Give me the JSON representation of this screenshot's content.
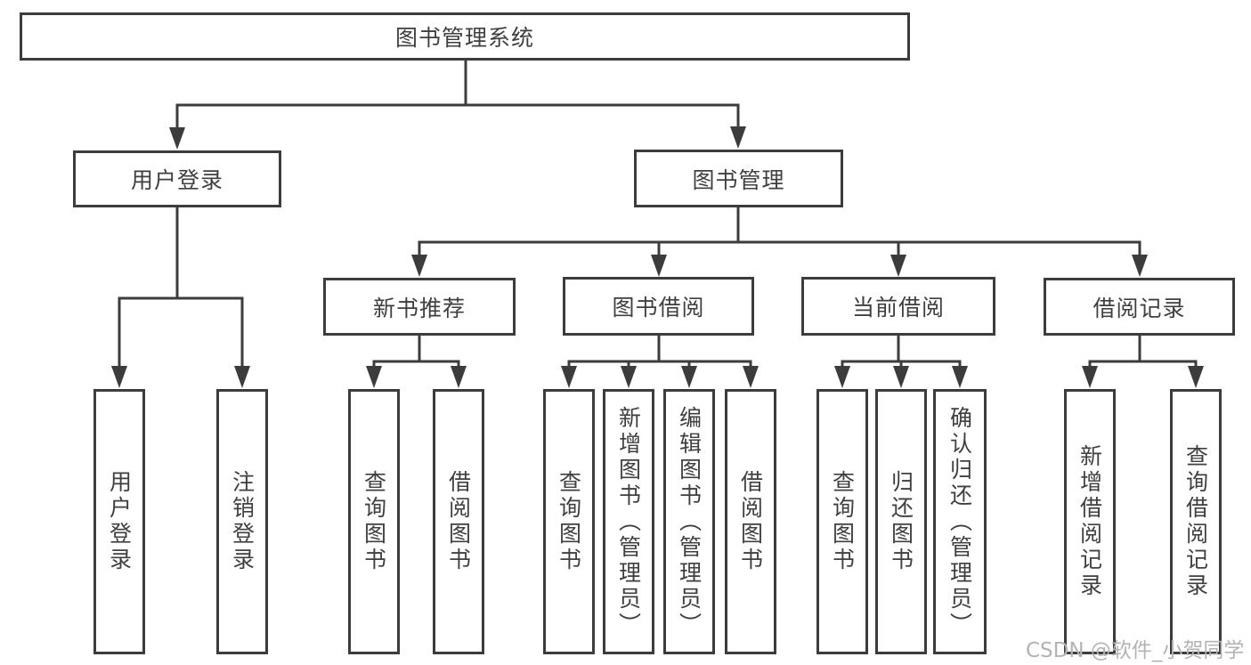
{
  "diagram": {
    "root": {
      "label": "图书管理系统"
    },
    "level2": {
      "user_login": {
        "label": "用户登录"
      },
      "book_mgmt": {
        "label": "图书管理"
      }
    },
    "level3": {
      "new_books": {
        "label": "新书推荐"
      },
      "borrow": {
        "label": "图书借阅"
      },
      "current": {
        "label": "当前借阅"
      },
      "records": {
        "label": "借阅记录"
      }
    },
    "leaves": {
      "user_login": {
        "label": "用户登录"
      },
      "logout": {
        "label": "注销登录"
      },
      "nb_query": {
        "label": "查询图书"
      },
      "nb_borrow": {
        "label": "借阅图书"
      },
      "bb_query": {
        "label": "查询图书"
      },
      "bb_add": {
        "label": "新增图书（管理员）"
      },
      "bb_edit": {
        "label": "编辑图书（管理员）"
      },
      "bb_borrow": {
        "label": "借阅图书"
      },
      "cb_query": {
        "label": "查询图书"
      },
      "cb_return": {
        "label": "归还图书"
      },
      "cb_confirm": {
        "label": "确认归还（管理员）"
      },
      "br_add": {
        "label": "新增借阅记录"
      },
      "br_query": {
        "label": "查询借阅记录"
      }
    },
    "hierarchy": [
      {
        "parent": "图书管理系统",
        "children": [
          "用户登录",
          "图书管理"
        ]
      },
      {
        "parent": "用户登录",
        "children": [
          "用户登录",
          "注销登录"
        ]
      },
      {
        "parent": "图书管理",
        "children": [
          "新书推荐",
          "图书借阅",
          "当前借阅",
          "借阅记录"
        ]
      },
      {
        "parent": "新书推荐",
        "children": [
          "查询图书",
          "借阅图书"
        ]
      },
      {
        "parent": "图书借阅",
        "children": [
          "查询图书",
          "新增图书（管理员）",
          "编辑图书（管理员）",
          "借阅图书"
        ]
      },
      {
        "parent": "当前借阅",
        "children": [
          "查询图书",
          "归还图书",
          "确认归还（管理员）"
        ]
      },
      {
        "parent": "借阅记录",
        "children": [
          "新增借阅记录",
          "查询借阅记录"
        ]
      }
    ],
    "watermark": "CSDN @软件_小贺同学",
    "colors": {
      "line": "#3c3c3c",
      "text": "#3f3f3f",
      "background": "#ffffff",
      "watermark": "#b3b3b3"
    }
  }
}
